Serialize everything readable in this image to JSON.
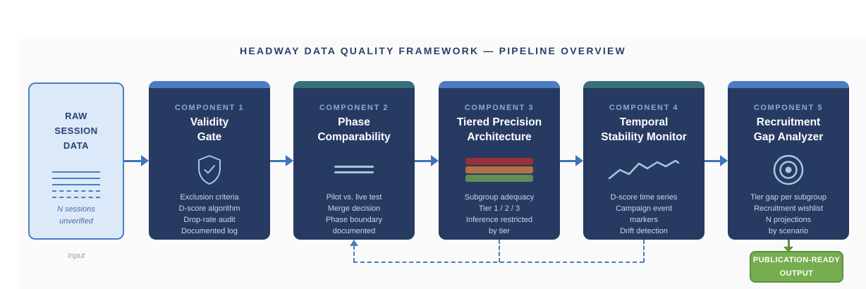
{
  "title": "HEADWAY DATA QUALITY FRAMEWORK — PIPELINE OVERVIEW",
  "input_box": {
    "title": "RAW\nSESSION\nDATA",
    "note": "N sessions\nunverified",
    "caption": "Input",
    "fill": "#dce9f8",
    "border": "#4a7ec5"
  },
  "components": [
    {
      "label": "COMPONENT 1",
      "title": "Validity\nGate",
      "icon": "shield-check-icon",
      "accent_color": "#4d7cc2",
      "items": "Exclusion criteria\nD-score algorithm\nDrop-rate audit\nDocumented log"
    },
    {
      "label": "COMPONENT 2",
      "title": "Phase\nComparability",
      "icon": "equals-lines-icon",
      "accent_color": "#3a6f79",
      "items": "Pilot vs. live test\nMerge decision\nPhase boundary\ndocumented"
    },
    {
      "label": "COMPONENT 3",
      "title": "Tiered Precision\nArchitecture",
      "icon": "tier-bars-icon",
      "accent_color": "#4d7cc2",
      "tier_colors": [
        "#9b3138",
        "#b17046",
        "#5f8f55"
      ],
      "items": "Subgroup adequacy\nTier 1 / 2 / 3\nInference restricted\nby tier"
    },
    {
      "label": "COMPONENT 4",
      "title": "Temporal\nStability Monitor",
      "icon": "zigzag-line-icon",
      "accent_color": "#3a6f79",
      "items": "D-score time series\nCampaign event\nmarkers\nDrift detection"
    },
    {
      "label": "COMPONENT 5",
      "title": "Recruitment\nGap Analyzer",
      "icon": "bullseye-icon",
      "accent_color": "#4d7cc2",
      "items": "Tier gap per subgroup\nRecruitment wishlist\nN projections\nby scenario"
    }
  ],
  "output_box": {
    "label": "PUBLICATION-READY\nOUTPUT",
    "fill": "#76ad4e",
    "border": "#5d9140"
  },
  "colors": {
    "panel_bg": "#fafafa",
    "component_body": "#263a62",
    "flow_arrow_blue": "#4173bd",
    "feedback_dashed_blue": "#4a7dc0",
    "output_green_line": "#5d9140",
    "title_navy": "#2c3e6b",
    "icon_light_blue": "#a9c6e2"
  }
}
